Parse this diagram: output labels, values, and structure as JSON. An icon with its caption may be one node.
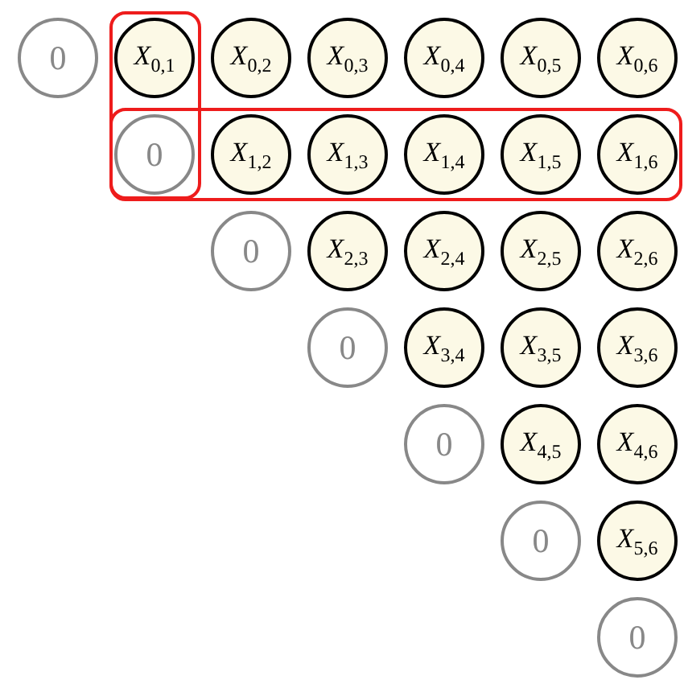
{
  "diagram": {
    "nodes": [
      {
        "text": [
          "0"
        ]
      },
      {
        "text": [
          "*X*$_{0,1}$"
        ]
      },
      {
        "text": [
          "*X*$_{0,2}$"
        ]
      },
      {
        "text": [
          "*X*$_{0,3}$"
        ]
      },
      {
        "text": [
          "*X*$_{0,4}$"
        ]
      },
      {
        "text": [
          "*X*$_{0,5}$"
        ]
      },
      {
        "text": [
          "*X*$_{0,6}$"
        ]
      },
      {
        "text": [
          "0"
        ]
      },
      {
        "text": [
          "*X*$_{1,2}$"
        ]
      },
      {
        "text": [
          "*X*$_{1,3}$"
        ]
      },
      {
        "text": [
          "*X*$_{1,4}$"
        ]
      },
      {
        "text": [
          "*X*$_{1,5}$"
        ]
      },
      {
        "text": [
          "*X*$_{1,6}$"
        ]
      },
      {
        "text": [
          "0"
        ]
      },
      {
        "text": [
          "*X*$_{2,3}$"
        ]
      },
      {
        "text": [
          "*X*$_{2,4}$"
        ]
      },
      {
        "text": [
          "*X*$_{2,5}$"
        ]
      },
      {
        "text": [
          "*X*$_{2,6}$"
        ]
      },
      {
        "text": [
          "0"
        ]
      },
      {
        "text": [
          "*X*$_{3,4}$"
        ]
      },
      {
        "text": [
          "*X*$_{3,5}$"
        ]
      },
      {
        "text": [
          "*X*$_{3,6}$"
        ]
      },
      {
        "text": [
          "0"
        ]
      },
      {
        "text": [
          "*X*$_{4,5}$"
        ]
      },
      {
        "text": [
          "*X*$_{4,6}$"
        ]
      },
      {
        "text": [
          "0"
        ]
      },
      {
        "text": [
          "*X*$_{5,6}$"
        ]
      },
      {
        "text": [
          "0"
        ]
      }
    ]
  }
}
